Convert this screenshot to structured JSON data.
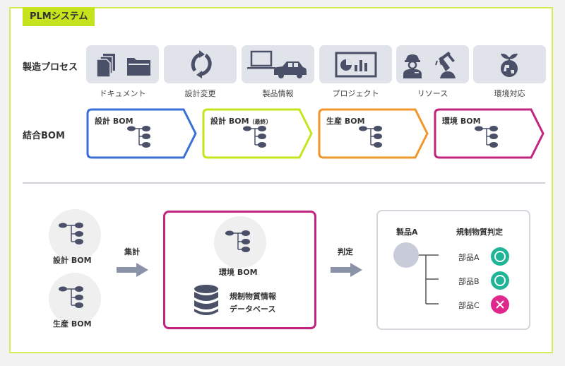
{
  "title": "PLMシステム",
  "colors": {
    "frame_border": "#d6ec5a",
    "title_bg": "#c6e41e",
    "icon": "#4a5068",
    "tile_bg": "#e1e3ea",
    "bom_design": "#3a6fd8",
    "bom_design_final": "#c6e41e",
    "bom_production": "#f0962a",
    "bom_environment": "#c2257f",
    "ok": "#1fb596",
    "ng": "#e0288c"
  },
  "process_row": {
    "label": "製造プロセス",
    "items": [
      {
        "label": "ドキュメント",
        "icon": "document-folder-icon"
      },
      {
        "label": "設計変更",
        "icon": "cycle-arrows-icon"
      },
      {
        "label": "製品情報",
        "icon": "laptop-car-icon"
      },
      {
        "label": "プロジェクト",
        "icon": "dashboard-chart-icon"
      },
      {
        "label": "リソース",
        "icon": "worker-robot-arm-icon"
      },
      {
        "label": "環境対応",
        "icon": "globe-sprout-icon"
      }
    ]
  },
  "bom_row": {
    "label": "結合BOM",
    "items": [
      {
        "label": "設計 BOM",
        "suffix": "",
        "icon": "tree-structure-icon"
      },
      {
        "label": "設計 BOM",
        "suffix": "（最終）",
        "icon": "tree-structure-icon"
      },
      {
        "label": "生産 BOM",
        "suffix": "",
        "icon": "tree-structure-icon"
      },
      {
        "label": "環境 BOM",
        "suffix": "",
        "icon": "tree-structure-icon"
      }
    ]
  },
  "flow": {
    "inputs": [
      {
        "label": "設計 BOM"
      },
      {
        "label": "生産 BOM"
      }
    ],
    "aggregate_label": "集計",
    "env_bom_label": "環境 BOM",
    "database_label_line1": "規制物質情報",
    "database_label_line2": "データベース",
    "judge_label": "判定",
    "result": {
      "product_label": "製品A",
      "judgement_header": "規制物質判定",
      "parts": [
        {
          "label": "部品A",
          "status": "ok",
          "icon": "circle-ok-icon"
        },
        {
          "label": "部品B",
          "status": "ok",
          "icon": "circle-ok-icon"
        },
        {
          "label": "部品C",
          "status": "ng",
          "icon": "cross-ng-icon"
        }
      ]
    }
  }
}
